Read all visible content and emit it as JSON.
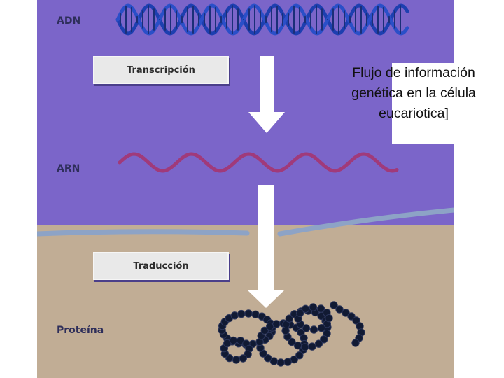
{
  "labels": {
    "dna": "ADN",
    "rna": "ARN",
    "protein": "Proteína"
  },
  "steps": {
    "transcription": "Transcripción",
    "translation": "Traducción"
  },
  "caption": "Flujo de información genética en la célula eucariotica]",
  "colors": {
    "nucleus": "#7b65c9",
    "cytoplasm": "#c1ad95",
    "dna_strand": "#1d3fb0",
    "rna_strand": "#a03a7a",
    "protein_bead": "#111a33",
    "arrow": "#ffffff"
  }
}
